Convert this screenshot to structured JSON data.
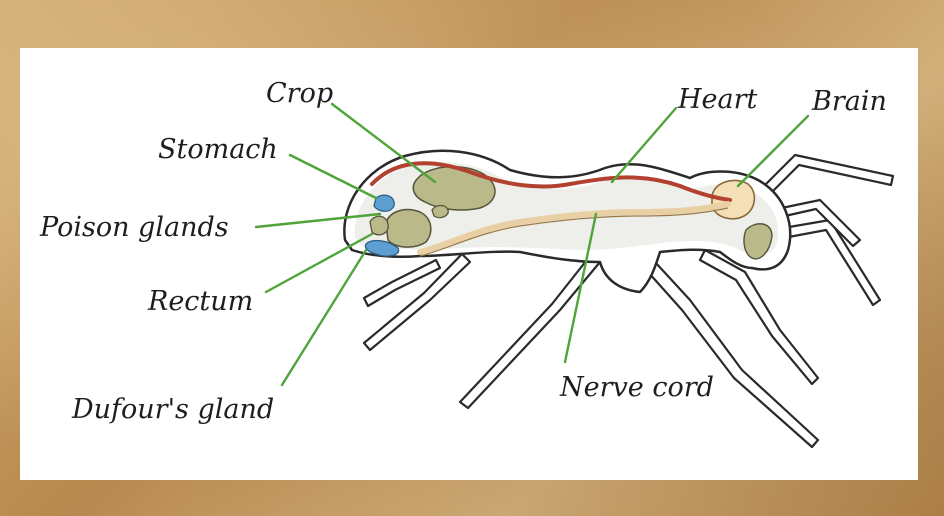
{
  "labels": {
    "crop": "Crop",
    "stomach": "Stomach",
    "poison_glands": "Poison glands",
    "rectum": "Rectum",
    "dufours_gland": "Dufour's gland",
    "heart": "Heart",
    "brain": "Brain",
    "nerve_cord": "Nerve cord"
  },
  "colors": {
    "leader_line": "#4fa43a",
    "organ_fill": "#b9b98a",
    "heart_vessel": "#b2412f",
    "nerve_cord": "#e9cfa4",
    "brain": "#f4dfb8",
    "blue_glands": "#5d9fd0",
    "outline": "#2a2a2a",
    "panel": "#ffffff",
    "background": "#c6a067"
  }
}
